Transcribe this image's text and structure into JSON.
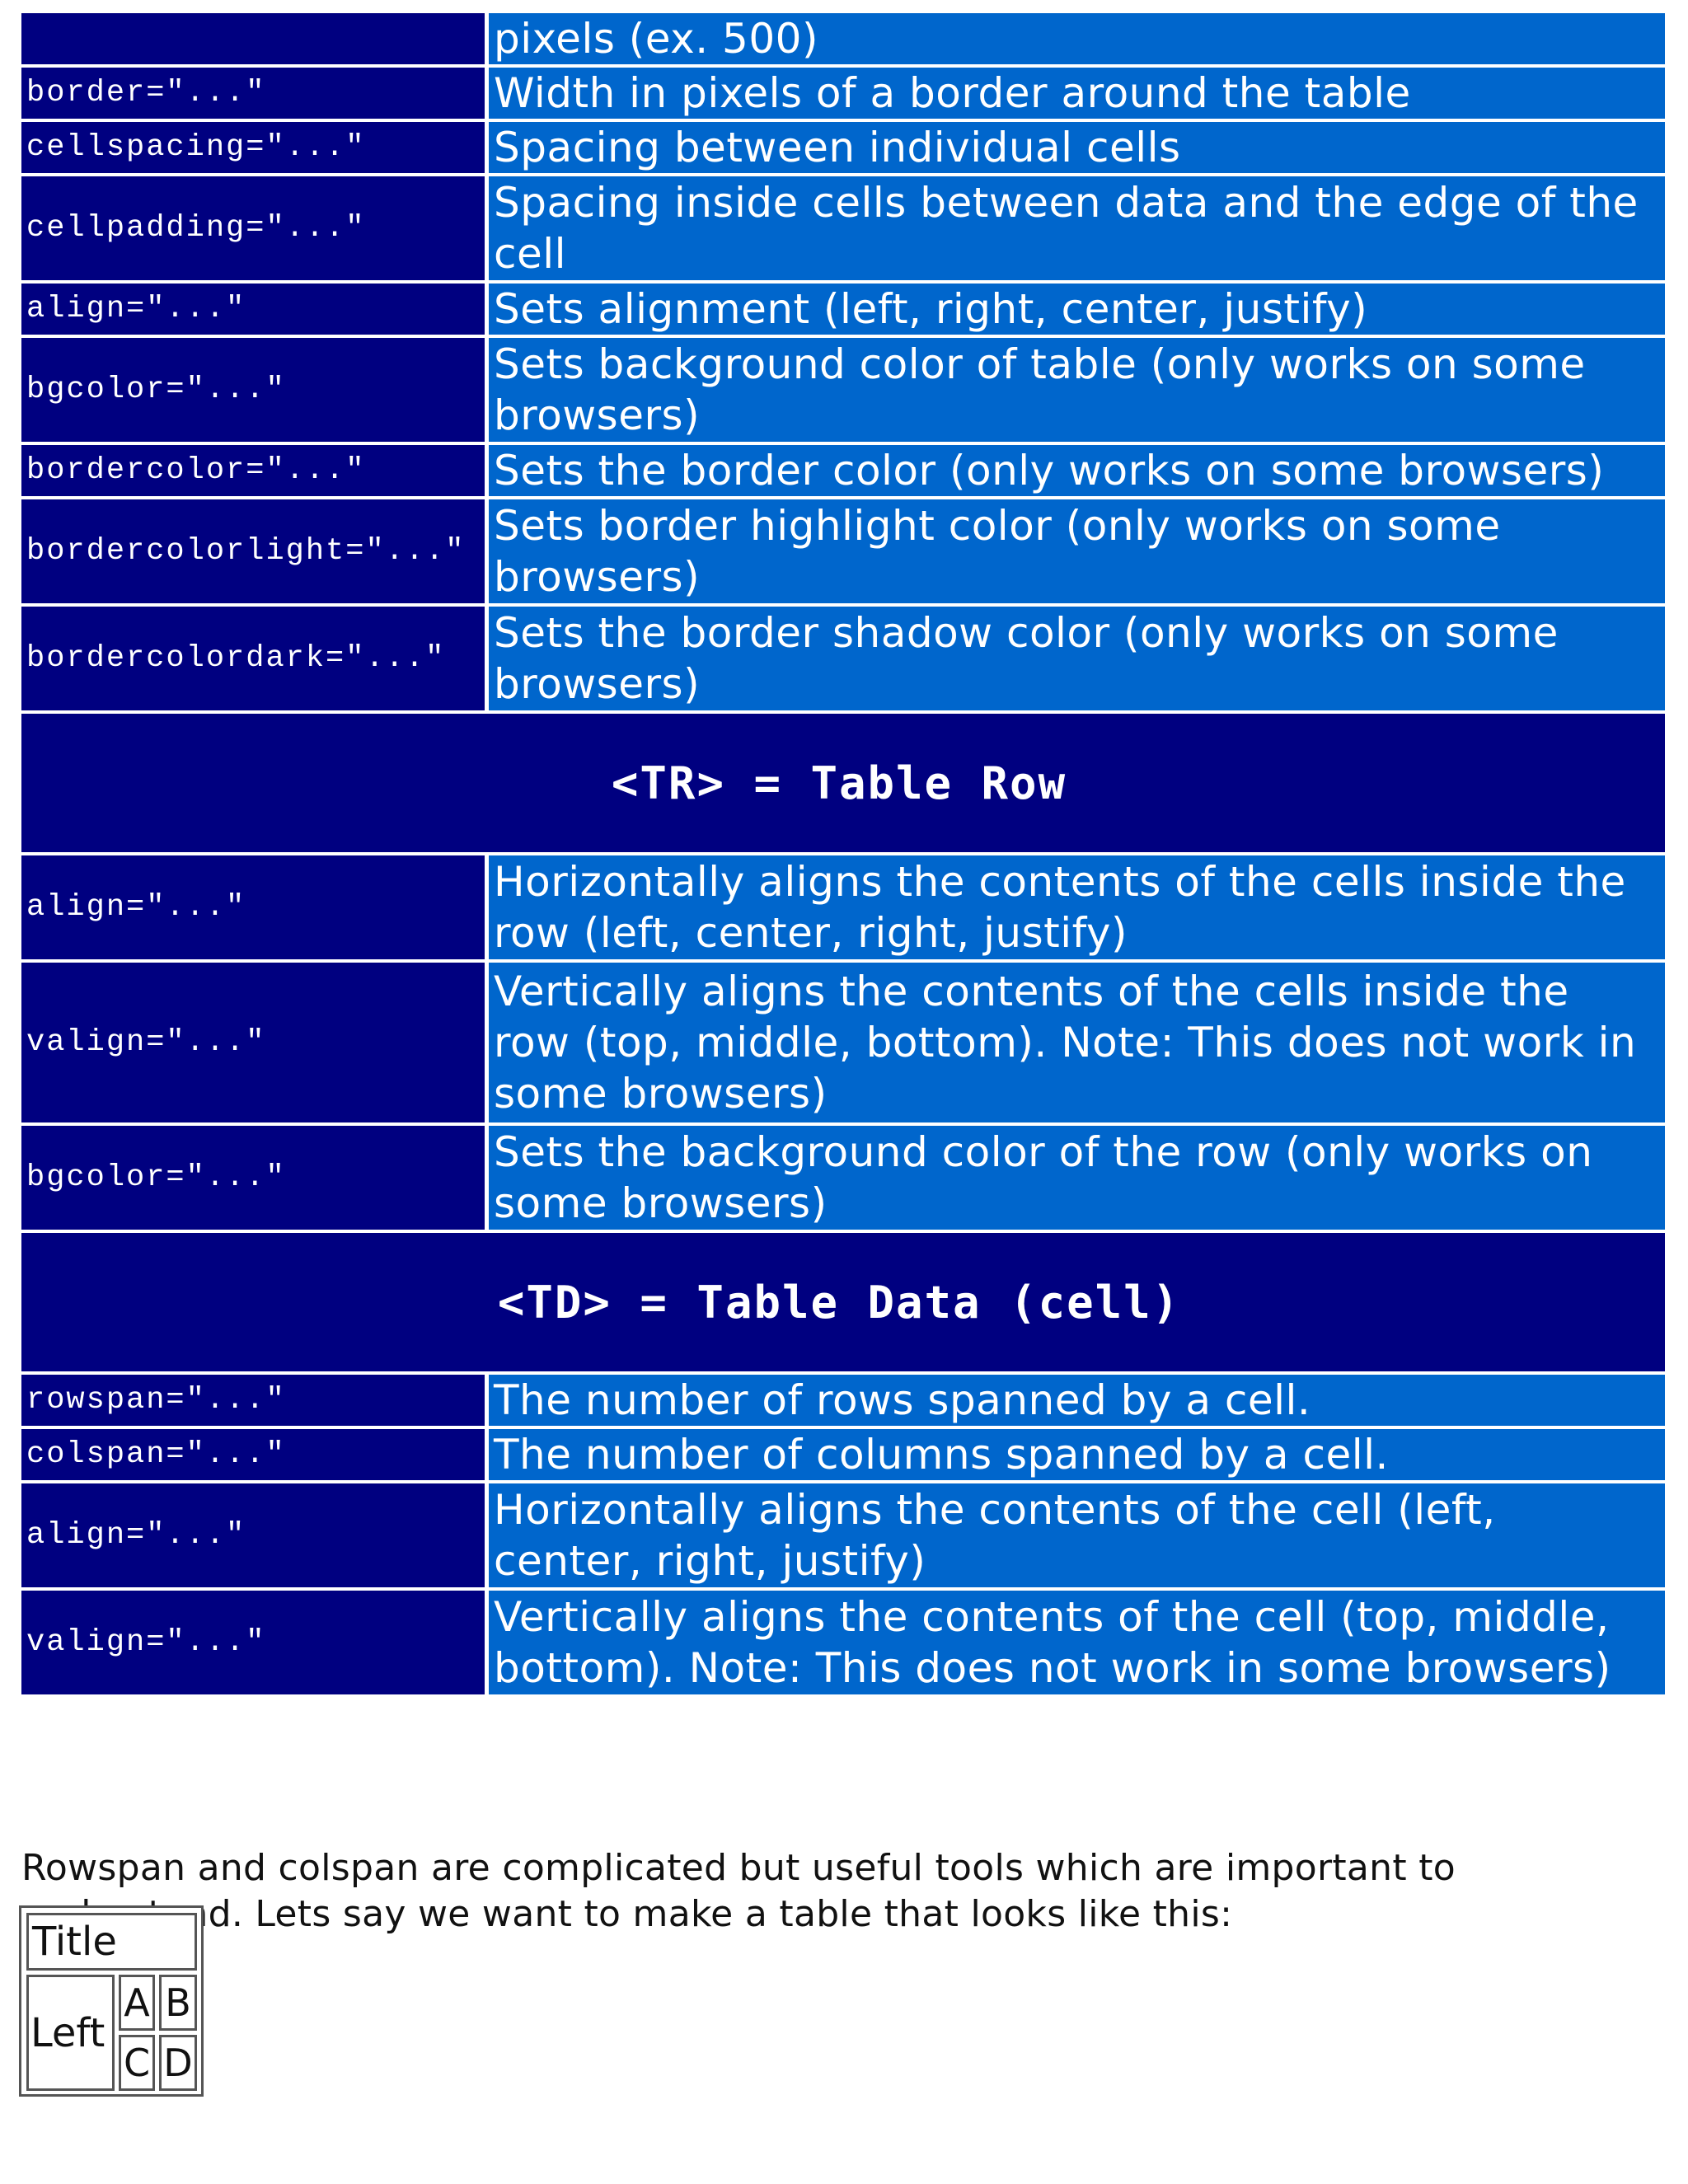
{
  "table_rows": [
    {
      "attr": "",
      "desc": "pixels (ex. 500)"
    },
    {
      "attr": "border=\"...\"",
      "desc": "Width in pixels of a border around the table"
    },
    {
      "attr": "cellspacing=\"...\"",
      "desc": "Spacing between individual cells"
    },
    {
      "attr": "cellpadding=\"...\"",
      "desc": "Spacing inside cells between data and the edge of the cell"
    },
    {
      "attr": "align=\"...\"",
      "desc": "Sets alignment (left, right, center, justify)"
    },
    {
      "attr": "bgcolor=\"...\"",
      "desc": "Sets background color of table (only works on some browsers)"
    },
    {
      "attr": "bordercolor=\"...\"",
      "desc": "Sets the border color (only works on some browsers)"
    },
    {
      "attr": "bordercolorlight=\"...\"",
      "desc": "Sets border highlight color (only works on some browsers)"
    },
    {
      "attr": "bordercolordark=\"...\"",
      "desc": "Sets the border shadow color (only works on some browsers)"
    }
  ],
  "tr_section": {
    "title": "<TR> = Table Row",
    "rows": [
      {
        "attr": "align=\"...\"",
        "desc": "Horizontally aligns the contents of the cells inside the row (left, center, right, justify)"
      },
      {
        "attr": "valign=\"...\"",
        "desc": "Vertically aligns the contents of the cells inside the row (top, middle, bottom). Note: This does not work in some browsers)"
      },
      {
        "attr": "bgcolor=\"...\"",
        "desc": "Sets the background color of the row (only works on some browsers)"
      }
    ]
  },
  "td_section": {
    "title": "<TD> = Table Data (cell)",
    "rows": [
      {
        "attr": "rowspan=\"...\"",
        "desc": "The number of rows spanned by a cell."
      },
      {
        "attr": "colspan=\"...\"",
        "desc": "The number of columns spanned by a cell."
      },
      {
        "attr": "align=\"...\"",
        "desc": "Horizontally aligns the contents of the cell (left, center, right, justify)"
      },
      {
        "attr": "valign=\"...\"",
        "desc": "Vertically aligns the contents of the cell (top, middle, bottom). Note: This does not work in some browsers)"
      }
    ]
  },
  "paragraph": "Rowspan and colspan are complicated but useful tools which are important to understand. Lets say we want to make a table that looks like this:",
  "example_table": {
    "title": "Title",
    "left": "Left",
    "a": "A",
    "b": "B",
    "c": "C",
    "d": "D"
  },
  "colors": {
    "attr_bg": "#000080",
    "desc_bg": "#0066cc",
    "text": "#ffffff"
  }
}
